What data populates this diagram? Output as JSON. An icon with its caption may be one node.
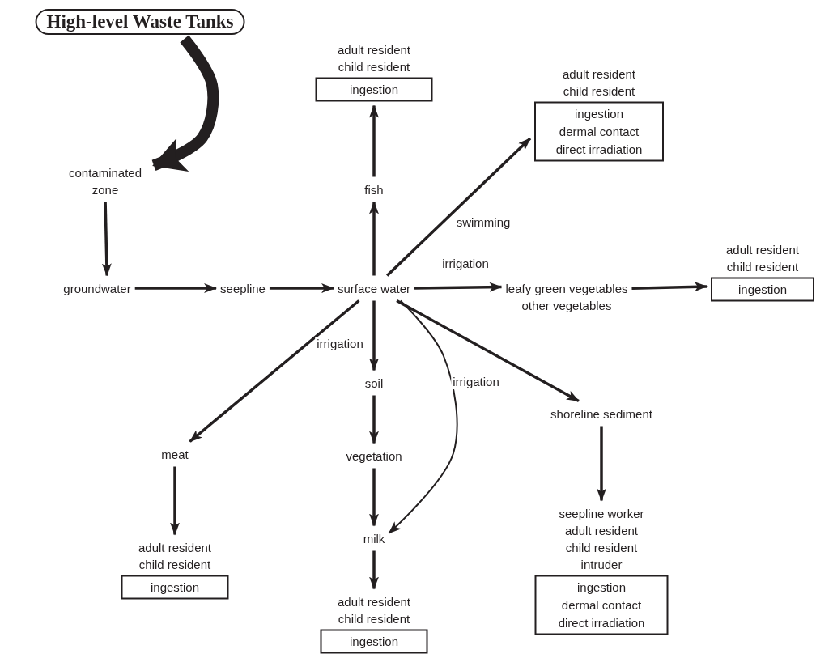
{
  "diagram": {
    "nodes": [
      {
        "text": [
          "High-level Waste Tanks"
        ]
      },
      {
        "text": [
          "contaminated zone"
        ]
      },
      {
        "text": [
          "groundwater"
        ]
      },
      {
        "text": [
          "seepline"
        ]
      },
      {
        "text": [
          "surface water"
        ]
      },
      {
        "text": [
          "fish"
        ]
      },
      {
        "text": [
          "adult resident",
          "child resident",
          "ingestion"
        ]
      },
      {
        "text": [
          "adult resident",
          "child resident",
          "ingestion",
          "dermal contact",
          "direct irradiation"
        ]
      },
      {
        "text": [
          "leafy green vegetables",
          "other vegetables"
        ]
      },
      {
        "text": [
          "adult resident",
          "child resident",
          "ingestion"
        ]
      },
      {
        "text": [
          "meat"
        ]
      },
      {
        "text": [
          "adult resident",
          "child resident",
          "ingestion"
        ]
      },
      {
        "text": [
          "soil"
        ]
      },
      {
        "text": [
          "vegetation"
        ]
      },
      {
        "text": [
          "milk"
        ]
      },
      {
        "text": [
          "adult resident",
          "child resident",
          "ingestion"
        ]
      },
      {
        "text": [
          "shoreline sediment"
        ]
      },
      {
        "text": [
          "seepline worker",
          "adult resident",
          "child resident",
          "intruder",
          "ingestion",
          "dermal contact",
          "direct irradiation"
        ]
      }
    ],
    "edges": [
      {
        "from": 0,
        "to": 1,
        "arrow": "to",
        "style": "thick"
      },
      {
        "from": 1,
        "to": 2,
        "arrow": "to"
      },
      {
        "from": 2,
        "to": 3,
        "arrow": "to"
      },
      {
        "from": 3,
        "to": 4,
        "arrow": "to"
      },
      {
        "from": 4,
        "to": 5,
        "arrow": "to"
      },
      {
        "from": 5,
        "to": 6,
        "arrow": "to"
      },
      {
        "from": 4,
        "to": 7,
        "arrow": "to",
        "label": "swimming"
      },
      {
        "from": 4,
        "to": 8,
        "arrow": "to",
        "label": "irrigation"
      },
      {
        "from": 8,
        "to": 9,
        "arrow": "to"
      },
      {
        "from": 4,
        "to": 10,
        "arrow": "to"
      },
      {
        "from": 10,
        "to": 11,
        "arrow": "to"
      },
      {
        "from": 4,
        "to": 12,
        "arrow": "to",
        "label": "irrigation"
      },
      {
        "from": 12,
        "to": 13,
        "arrow": "to"
      },
      {
        "from": 13,
        "to": 14,
        "arrow": "to"
      },
      {
        "from": 4,
        "to": 14,
        "arrow": "to",
        "label": "irrigation"
      },
      {
        "from": 14,
        "to": 15,
        "arrow": "to"
      },
      {
        "from": 4,
        "to": 16,
        "arrow": "to"
      },
      {
        "from": 16,
        "to": 17,
        "arrow": "to"
      }
    ]
  }
}
